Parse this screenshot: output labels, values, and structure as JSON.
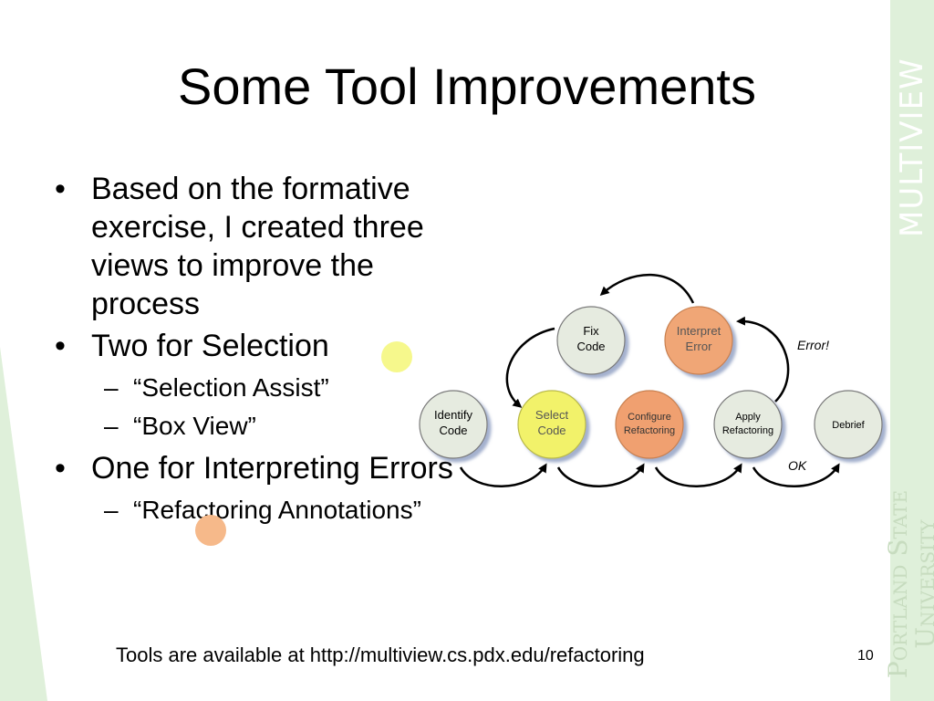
{
  "slide": {
    "title": "Some Tool Improvements",
    "side_brand": "MULTIVIEW",
    "logo_line1": "Portland State",
    "logo_line2": "University",
    "bullets": [
      {
        "text": "Based on the formative exercise, I created three views to improve the process",
        "bullet": "•"
      },
      {
        "text": "Two for Selection",
        "bullet": "•"
      },
      {
        "text": "“Selection Assist”",
        "bullet": "–"
      },
      {
        "text": "“Box View”",
        "bullet": "–"
      },
      {
        "text": "One for Interpreting Errors",
        "bullet": "•"
      },
      {
        "text": "“Refactoring Annotations”",
        "bullet": "–"
      }
    ],
    "footer": "Tools are available at http://multiview.cs.pdx.edu/refactoring",
    "page_number": "10"
  },
  "diagram": {
    "nodes": {
      "identify": [
        "Identify",
        "Code"
      ],
      "select": [
        "Select",
        "Code"
      ],
      "configure": [
        "Configure",
        "Refactoring"
      ],
      "apply": [
        "Apply",
        "Refactoring"
      ],
      "debrief": [
        "Debrief"
      ],
      "fix": [
        "Fix",
        "Code"
      ],
      "interpret": [
        "Interpret",
        "Error"
      ]
    },
    "edge_labels": {
      "error": "Error!",
      "ok": "OK"
    }
  },
  "colors": {
    "brand_green": "#dff0da",
    "node_default": "#e6ebe0",
    "node_selection": "#f2f26a",
    "node_interpret": "#f0a676",
    "node_configure": "#f0a070",
    "selection_dot": "#f6f88c",
    "interpret_dot": "#f6b98a"
  }
}
